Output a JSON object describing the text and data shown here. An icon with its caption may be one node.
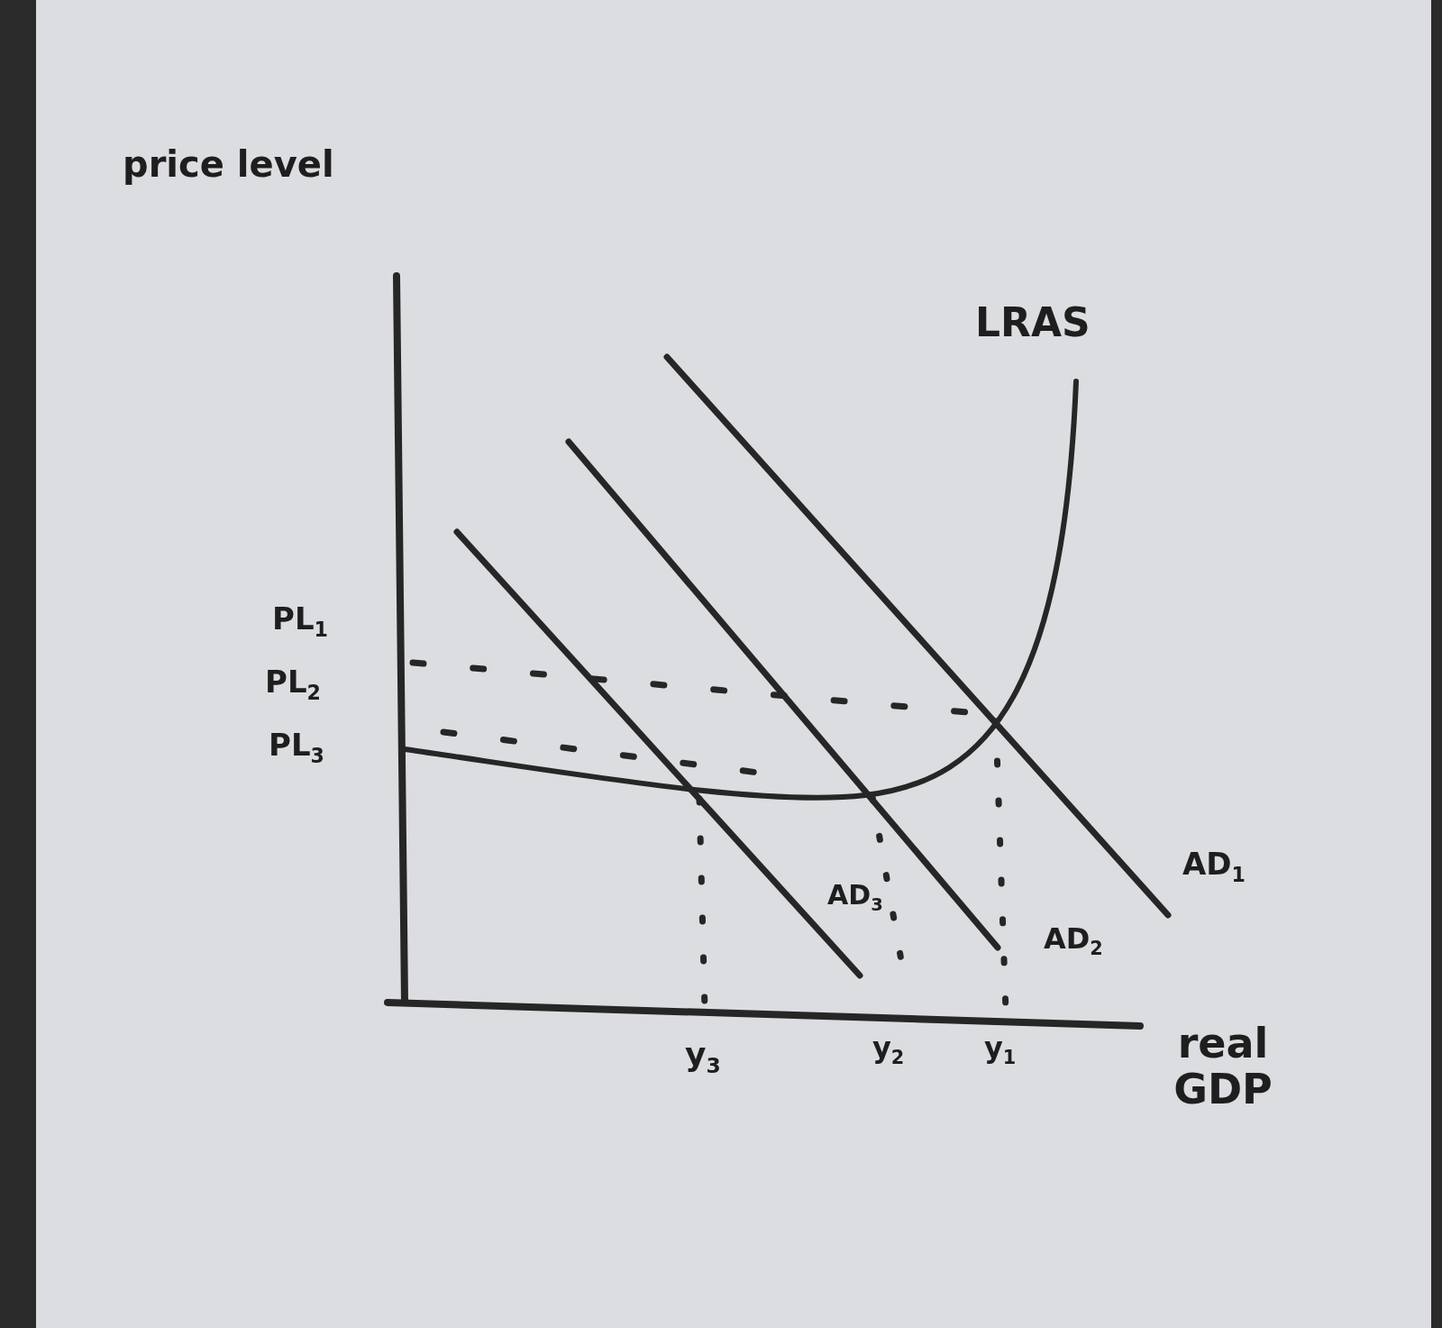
{
  "diagram": {
    "labels": [
      "price level",
      "LRAS",
      "PL$_{1}$",
      "PL$_{2}$",
      "PL$_{3}$",
      "AD$_{1}$",
      "AD$_{3}$",
      "AD$_{2}$",
      "y$_{3}$",
      "y$_{2}$",
      "y$_{1}$",
      "real GDP"
    ]
  }
}
